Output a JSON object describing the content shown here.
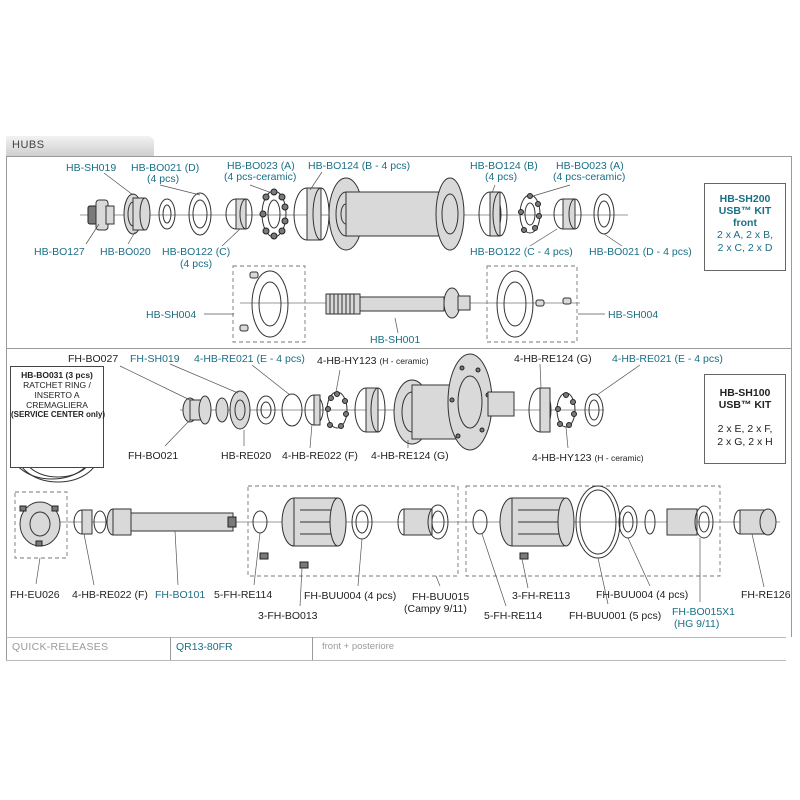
{
  "section_hubs": {
    "title": "HUBS"
  },
  "front_hub": {
    "labels": {
      "sh019": "HB-SH019",
      "bo021_top_1": "HB-BO021 (D)",
      "bo021_top_2": "(4 pcs)",
      "bo023_left_1": "HB-BO023 (A)",
      "bo023_left_2": "(4 pcs-ceramic)",
      "bo124_left": "HB-BO124 (B - 4 pcs)",
      "bo124_right_1": "HB-BO124 (B)",
      "bo124_right_2": "(4 pcs)",
      "bo023_right_1": "HB-BO023 (A)",
      "bo023_right_2": "(4 pcs-ceramic)",
      "bo127": "HB-BO127",
      "bo020": "HB-BO020",
      "bo122_left_1": "HB-BO122 (C)",
      "bo122_left_2": "(4 pcs)",
      "bo122_right": "HB-BO122 (C - 4 pcs)",
      "bo021_right": "HB-BO021 (D - 4 pcs)",
      "sh004_left": "HB-SH004",
      "sh001": "HB-SH001",
      "sh004_right": "HB-SH004"
    },
    "kit": {
      "title1": "HB-SH200",
      "title2": "USB™ KIT",
      "title3": "front",
      "line1": "2 x A, 2 x B,",
      "line2": "2 x C, 2 x D"
    }
  },
  "rear_hub": {
    "labels": {
      "fh_bo027": "FH-BO027",
      "fh_sh019": "FH-SH019",
      "re021_left": "4-HB-RE021 (E - 4 pcs)",
      "hy123_top": "4-HB-HY123",
      "hy123_top_note": "(H - ceramic)",
      "re124_top": "4-HB-RE124 (G)",
      "re021_right": "4-HB-RE021 (E - 4 pcs)",
      "fh_bo021": "FH-BO021",
      "re020": "HB-RE020",
      "re022": "4-HB-RE022 (F)",
      "re124_bottom": "4-HB-RE124 (G)",
      "hy123_bottom": "4-HB-HY123",
      "hy123_bottom_note": "(H - ceramic)"
    },
    "service": {
      "line1": "HB-BO031 (3 pcs)",
      "line2": "RATCHET RING /",
      "line3": "INSERTO A",
      "line4": "CREMAGLIERA",
      "line5": "(SERVICE CENTER only)"
    },
    "kit": {
      "title1": "HB-SH100",
      "title2": "USB™ KIT",
      "line1": "2 x E, 2 x F,",
      "line2": "2 x G, 2 x H"
    }
  },
  "freehub": {
    "labels": {
      "eu026": "FH-EU026",
      "re022": "4-HB-RE022 (F)",
      "bo101": "FH-BO101",
      "re114_left": "5-FH-RE114",
      "bo013": "3-FH-BO013",
      "buu004_left": "FH-BUU004 (4 pcs)",
      "buu015_1": "FH-BUU015",
      "buu015_2": "(Campy 9/11)",
      "re113": "3-FH-RE113",
      "re114_right": "5-FH-RE114",
      "buu001": "FH-BUU001 (5 pcs)",
      "buu004_right": "FH-BUU004 (4 pcs)",
      "bo015_1": "FH-BO015X1",
      "bo015_2": "(HG 9/11)",
      "re126": "FH-RE126"
    }
  },
  "footer": {
    "category": "QUICK-RELEASES",
    "part": "QR13-80FR",
    "note": "front + posteriore"
  },
  "colors": {
    "teal": "#1a6f86",
    "text": "#222222",
    "line": "#333333"
  }
}
